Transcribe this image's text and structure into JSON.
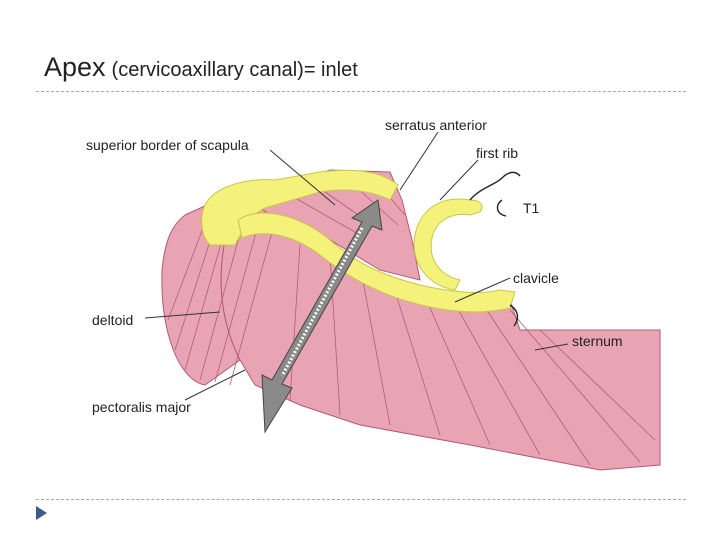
{
  "slide": {
    "title_main": "Apex",
    "title_sub": "(cervicoaxillary canal)= inlet"
  },
  "figure": {
    "labels": {
      "superior_border_of_scapula": "superior border of scapula",
      "serratus_anterior": "serratus anterior",
      "first_rib": "first rib",
      "t1": "T1",
      "clavicle": "clavicle",
      "deltoid": "deltoid",
      "sternum": "sternum",
      "pectoralis_major": "pectoralis major"
    },
    "colors": {
      "muscle": "#e9a4b4",
      "muscle_line": "#b45a76",
      "bone": "#f4f27a",
      "bone_outline": "#c9c54a",
      "arrow": "#8a8a8a"
    }
  }
}
